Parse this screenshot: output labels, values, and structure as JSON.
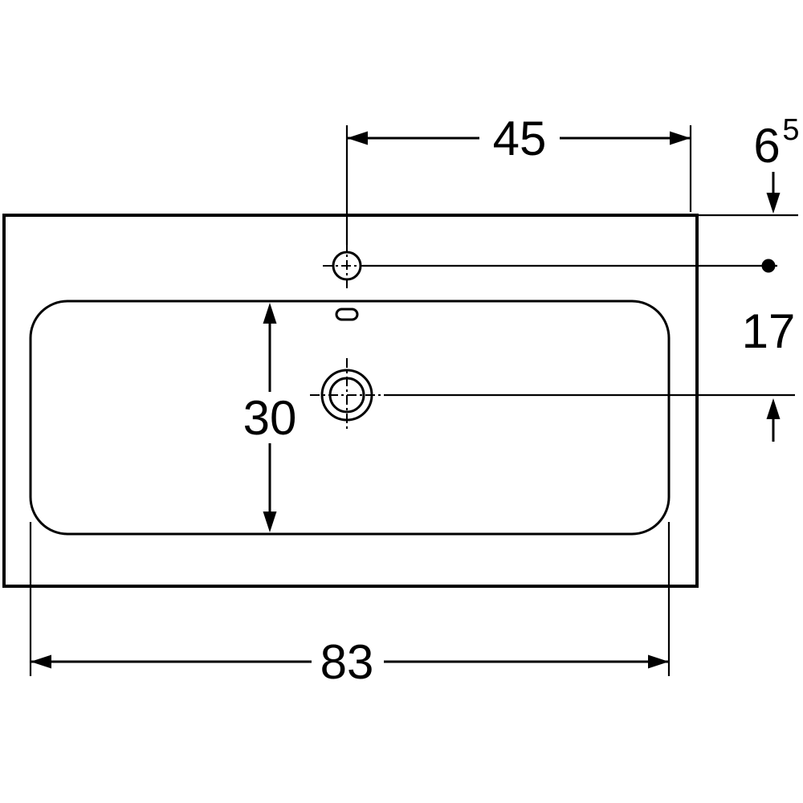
{
  "drawing": {
    "subject": "washbasin-top-view-technical-drawing",
    "colors": {
      "line": "#000000",
      "background": "#ffffff"
    },
    "dims": {
      "tap_to_right_edge": "45",
      "tap_from_top_base": "6",
      "tap_from_top_sup": "5",
      "tap_to_drain": "17",
      "bowl_depth": "30",
      "bowl_width": "83"
    }
  }
}
